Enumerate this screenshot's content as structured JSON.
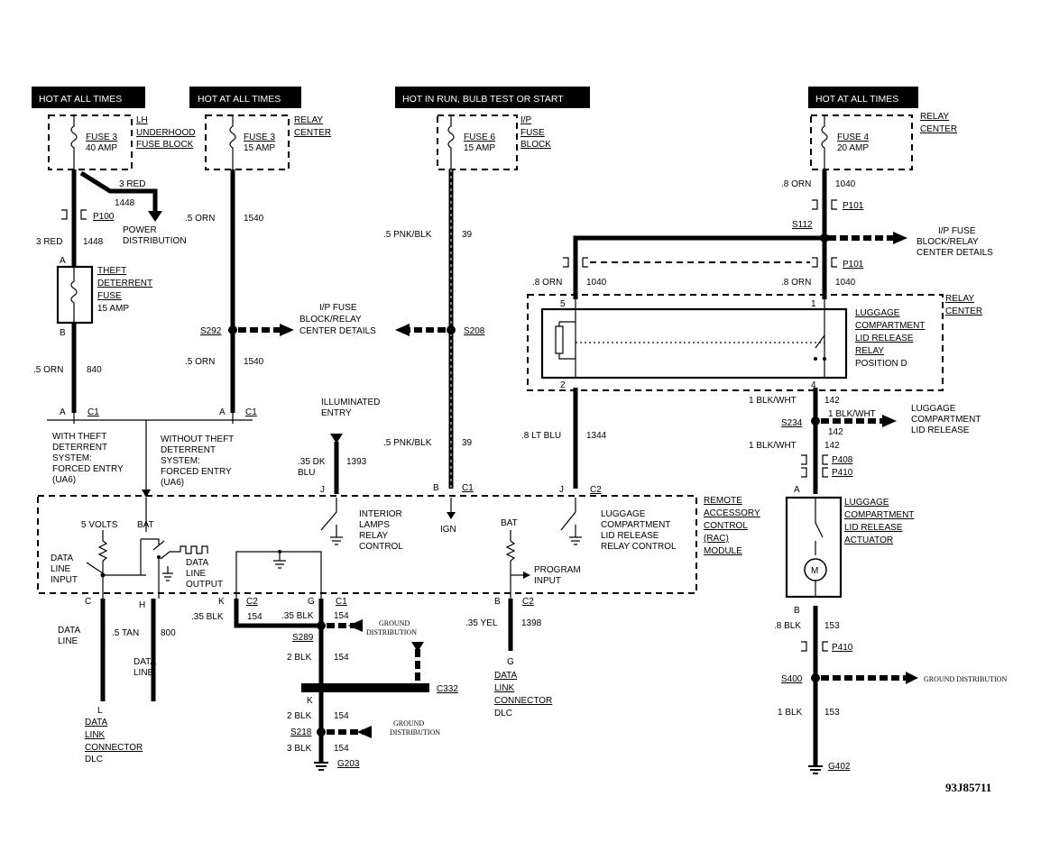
{
  "power_sources": [
    {
      "label": "HOT AT ALL TIMES"
    },
    {
      "label": "HOT AT ALL TIMES"
    },
    {
      "label": "HOT IN RUN, BULB TEST OR START"
    },
    {
      "label": "HOT AT ALL TIMES"
    }
  ],
  "fuses": {
    "f1": {
      "name": "FUSE 3",
      "rating": "40 AMP",
      "loc1": "LH",
      "loc2": "UNDERHOOD",
      "loc3": "FUSE BLOCK"
    },
    "f2": {
      "name": "FUSE 3",
      "rating": "15 AMP",
      "loc1": "RELAY",
      "loc2": "CENTER"
    },
    "f3": {
      "name": "FUSE 6",
      "rating": "15 AMP",
      "loc1": "I/P",
      "loc2": "FUSE",
      "loc3": "BLOCK"
    },
    "f4": {
      "name": "FUSE 4",
      "rating": "20 AMP",
      "loc1": "RELAY",
      "loc2": "CENTER"
    }
  },
  "wires": {
    "w_3red_a": "3 RED",
    "w_1448_a": "1448",
    "w_3red_b": "3 RED",
    "w_1448_b": "1448",
    "power_dist_1": "POWER",
    "power_dist_2": "DISTRIBUTION",
    "p100": "P100",
    "w_5orn_1540": ".5 ORN",
    "n_1540": "1540",
    "w_5orn_1540b": ".5 ORN",
    "n_1540b": "1540",
    "w_pnk_39": ".5 PNK/BLK",
    "n_39": "39",
    "w_pnk_39b": ".5 PNK/BLK",
    "n_39b": "39",
    "w_8orn": ".8 ORN",
    "n_1040": "1040",
    "s112": "S112",
    "ip_fuse_r1": "I/P FUSE",
    "ip_fuse_r2": "BLOCK/RELAY",
    "ip_fuse_r3": "CENTER DETAILS",
    "p101a": "P101",
    "p101b": "P101",
    "w_8orn_l": ".8 ORN",
    "n_1040_l": "1040",
    "w_8orn_r": ".8 ORN",
    "n_1040_r": "1040",
    "s292": "S292",
    "s208": "S208",
    "ip_fuse_c1": "I/P FUSE",
    "ip_fuse_c2": "BLOCK/RELAY",
    "ip_fuse_c3": "CENTER DETAILS",
    "w_5orn_840": ".5 ORN",
    "n_840": "840",
    "w_8ltblu": ".8 LT BLU",
    "n_1344": "1344",
    "w_1blkwht_a": "1 BLK/WHT",
    "n_142_a": "142",
    "s234": "S234",
    "w_1blkwht_b": "1 BLK/WHT",
    "n_142_b": "142",
    "w_1blkwht_c": "1 BLK/WHT",
    "n_142_c": "142",
    "lcl_1": "LUGGAGE",
    "lcl_2": "COMPARTMENT",
    "lcl_3": "LID RELEASE",
    "p408": "P408",
    "p410a": "P410",
    "w_35dkblu_1": ".35 DK",
    "w_35dkblu_2": "BLU",
    "n_1393": "1393",
    "ill_1": "ILLUMINATED",
    "ill_2": "ENTRY",
    "w_35blk_k": ".35 BLK",
    "n_154_k": "154",
    "w_35blk_g": ".35 BLK",
    "n_154_g": "154",
    "gnd_dist_1a": "GROUND",
    "gnd_dist_1b": "DISTRIBUTION",
    "s289": "S289",
    "w_2blk_a": "2 BLK",
    "n_154_a": "154",
    "c332": "C332",
    "w_2blk_b": "2 BLK",
    "n_154_b": "154",
    "s218": "S218",
    "gnd_dist_2a": "GROUND",
    "gnd_dist_2b": "DISTRIBUTION",
    "w_3blk": "3 BLK",
    "n_154_c": "154",
    "g203": "G203",
    "w_35yel": ".35 YEL",
    "n_1398": "1398",
    "w_35tan": ".5 TAN",
    "n_800": "800",
    "data_line_l1": "DATA",
    "data_line_l2": "LINE",
    "data_line_r1": "DATA",
    "data_line_r2": "LINE",
    "w_8blk": ".8 BLK",
    "n_153": "153",
    "p410b": "P410",
    "s400": "S400",
    "gnd_dist_3": "GROUND DISTRIBUTION",
    "w_1blk": "1 BLK",
    "n_153b": "153",
    "g402": "G402"
  },
  "components": {
    "theft_fuse": [
      "THEFT",
      "DETERRENT",
      "FUSE",
      "15 AMP"
    ],
    "relay_center_r": [
      "RELAY",
      "CENTER"
    ],
    "lcl_relay": [
      "LUGGAGE",
      "COMPARTMENT",
      "LID RELEASE",
      "RELAY",
      "POSITION D"
    ],
    "with_theft": [
      "WITH THEFT",
      "DETERRENT",
      "SYSTEM:",
      "FORCED ENTRY",
      "(UA6)"
    ],
    "without_theft": [
      "WITHOUT THEFT",
      "DETERRENT",
      "SYSTEM:",
      "FORCED ENTRY",
      "(UA6)"
    ],
    "rac": [
      "REMOTE",
      "ACCESSORY",
      "CONTROL",
      "(RAC)",
      "MODULE"
    ],
    "interior": [
      "INTERIOR",
      "LAMPS",
      "RELAY",
      "CONTROL"
    ],
    "lcl_ctrl": [
      "LUGGAGE",
      "COMPARTMENT",
      "LID RELEASE",
      "RELAY CONTROL"
    ],
    "actuator": [
      "LUGGAGE",
      "COMPARTMENT",
      "LID RELEASE",
      "ACTUATOR"
    ],
    "five_volts": "5 VOLTS",
    "bat1": "BAT",
    "bat2": "BAT",
    "ign": "IGN",
    "data_in": [
      "DATA",
      "LINE",
      "INPUT"
    ],
    "data_out": [
      "DATA",
      "LINE",
      "OUTPUT"
    ],
    "prog_in": [
      "PROGRAM",
      "INPUT"
    ],
    "dlc_l": [
      "DATA",
      "LINK",
      "CONNECTOR",
      "DLC"
    ],
    "dlc_r": [
      "DATA",
      "LINK",
      "CONNECTOR",
      "DLC"
    ]
  },
  "pins": {
    "A1": "A",
    "B1": "B",
    "A2": "A",
    "C1a": "C1",
    "A3": "A",
    "C1b": "C1",
    "J1": "J",
    "B2": "B",
    "C1c": "C1",
    "J2": "J",
    "C2a": "C2",
    "p5": "5",
    "p1": "1",
    "p2": "2",
    "p4": "4",
    "C": "C",
    "H": "H",
    "K": "K",
    "C2b": "C2",
    "G": "G",
    "C1d": "C1",
    "Bc": "B",
    "C2c": "C2",
    "L": "L",
    "Kb": "K",
    "Gb": "G",
    "Aact": "A",
    "Bact": "B",
    "M": "M"
  },
  "figure_id": "93J85711"
}
